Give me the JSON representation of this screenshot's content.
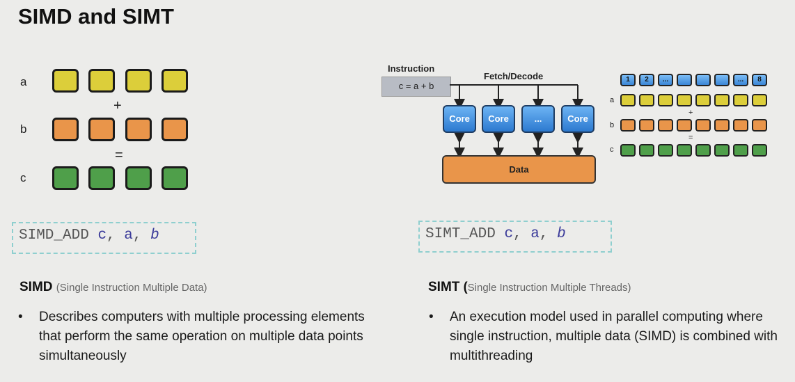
{
  "title": "SIMD and SIMT",
  "simd": {
    "row_labels": [
      "a",
      "b",
      "c"
    ],
    "plus": "+",
    "equals": "=",
    "code": {
      "op": "SIMD_ADD",
      "c": "c",
      "a": "a",
      "b": "b",
      "sep": ","
    },
    "heading": "SIMD",
    "subheading": "(Single Instruction Multiple Data)",
    "bullet": "Describes computers with multiple processing elements that perform the same operation on multiple data points simultaneously"
  },
  "simt": {
    "instruction_label": "Instruction",
    "instruction_text": "c = a + b",
    "fetch_label": "Fetch/Decode",
    "cores": [
      "Core",
      "Core",
      "...",
      "Core"
    ],
    "data_label": "Data",
    "lane_labels": [
      "1",
      "2",
      "...",
      "",
      "",
      "",
      "...",
      "8"
    ],
    "row_labels": [
      "a",
      "b",
      "c"
    ],
    "plus": "+",
    "equals": "=",
    "code": {
      "op": "SIMT_ADD",
      "c": "c",
      "a": "a",
      "b": "b",
      "sep": ","
    },
    "heading": "SIMT",
    "heading_paren": "(",
    "subheading": "Single Instruction Multiple Threads)",
    "bullet": "An execution model used in parallel computing where single instruction, multiple data (SIMD) is combined with multithreading"
  },
  "bullet_char": "•",
  "colors": {
    "yellow": "#dcce3a",
    "orange": "#e9954a",
    "green": "#4f9f4a",
    "core_blue": "#3f8fe0"
  }
}
